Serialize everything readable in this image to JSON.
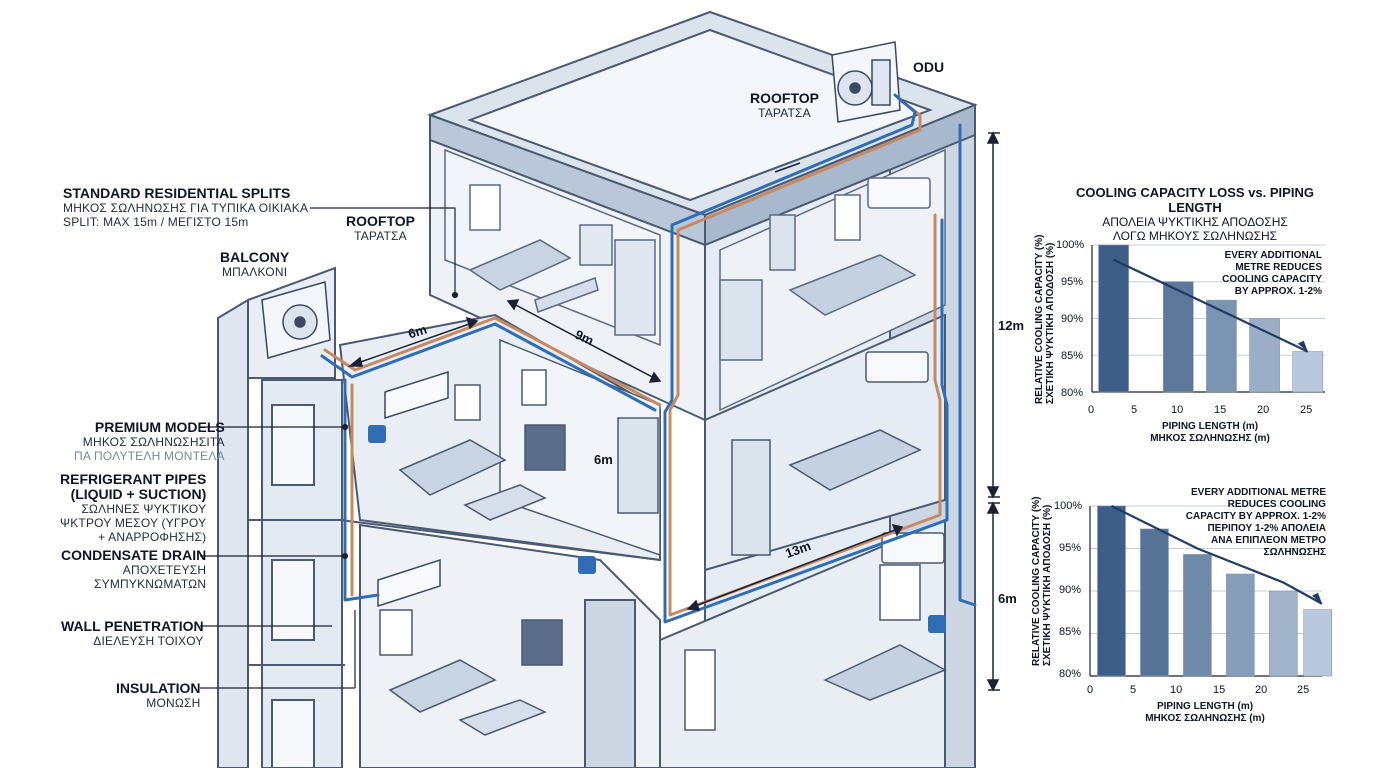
{
  "labels": {
    "standard_title": "STANDARD RESIDENTIAL SPLITS",
    "standard_line1": "ΜΗΚΟΣ ΣΩΛΗΝΩΣΗΣ ΓΙΑ ΤΥΠΙΚΑ ΟΙΚΙΑΚΑ",
    "standard_line2": "SPLIT: MAX 15m / ΜΕΓΙΣΤΟ 15m",
    "balcony_en": "BALCONY",
    "balcony_gr": "ΜΠΑΛΚΟΝΙ",
    "rooftop1_en": "ROOFTOP",
    "rooftop1_gr": "ΤΑΡΑΤΣΑ",
    "rooftop2_en": "ROOFTOP",
    "rooftop2_gr": "ΤΑΡΑΤΣΑ",
    "odu": "ODU",
    "premium_en": "PREMIUM MODELS",
    "premium_gr1": "ΜΗΚΟΣ ΣΩΛΗΝΩΣΗΣΙΤΑ",
    "premium_gr2": "ΠΑ ΠΟΛΥΤΕΛΗ ΜΟΝΤΕΛΑ",
    "pipes_en1": "REFRIGERANT PIPES",
    "pipes_en2": "(LIQUID + SUCTION)",
    "pipes_gr1": "ΣΩΛΗΝΕΣ ΨΥΚΤΙΚΟΥ",
    "pipes_gr2": "ΨΚΤΡΟΥ ΜΕΣΟΥ (ΥΓΡΟΥ",
    "pipes_gr3": "+ ΑΝΑΡΡΟΦΗΣΗΣ)",
    "drain_en": "CONDENSATE DRAIN",
    "drain_gr1": "ΑΠΟΧΕΤΕΥΣΗ",
    "drain_gr2": "ΣΥΜΠΥΚΝΩΜΑΤΩΝ",
    "wall_en": "WALL PENETRATION",
    "wall_gr": "ΔΙΕΛΕΥΣΗ ΤΟΙΧΟΥ",
    "insulation_en": "INSULATION",
    "insulation_gr": "ΜΟΝΩΣΗ"
  },
  "dimensions": {
    "d_6m_top": "6m",
    "d_9m": "9m",
    "d_6m_mid": "6m",
    "d_13m": "13m",
    "d_12m": "12m",
    "d_6m_right": "6m"
  },
  "colors": {
    "pipe_blue": "#2f6db5",
    "pipe_copper": "#c58a62",
    "wall": "#dfe6ef",
    "wall_dark": "#9fb0c6",
    "outline": "#4a5a72",
    "bar_dark": "#3d5f87",
    "bar_light": "#b9c8dc",
    "trend": "#1e3c64"
  },
  "chart_data": [
    {
      "type": "bar",
      "title": "COOLING CAPACITY LOSS vs. PIPING LENGTH",
      "subtitle_line1": "ΑΠΟΛΕΙΑ ΨΥΚΤΙΚΗΣ ΑΠΟΔΟΣΗΣ",
      "subtitle_line2": "ΛΟΓΩ ΜΗΚΟΥΣ ΣΩΛΗΝΩΣΗΣ",
      "xlabel": "PIPING LENGTH (m)",
      "xlabel_gr": "ΜΗΚΟΣ ΣΩΛΗΝΩΣΗΣ (m)",
      "ylabel": "RELATIVE COOLING CAPACITY (%)",
      "ylabel_gr": "ΣΧΕΤΙΚΗ ΨΥΚΤΙΚΗ ΑΠΟΔΟΣΗ (%)",
      "x_ticks": [
        "0",
        "5",
        "10",
        "15",
        "20",
        "25"
      ],
      "y_ticks": [
        "100%",
        "95%",
        "90%",
        "85%",
        "80%"
      ],
      "ylim": [
        80,
        100
      ],
      "xlim": [
        0,
        27
      ],
      "x": [
        2.5,
        10,
        15,
        20,
        25
      ],
      "values": [
        100,
        95,
        92.5,
        90,
        85.5
      ],
      "trend": {
        "x": [
          2.5,
          25
        ],
        "y": [
          98,
          85.5
        ]
      },
      "annotation_line1": "EVERY ADDITIONAL",
      "annotation_line2": "METRE REDUCES",
      "annotation_line3": "COOLING CAPACITY",
      "annotation_line4": "BY APPROX. 1-2%",
      "grid": true
    },
    {
      "type": "bar",
      "title": "",
      "xlabel": "PIPING LENGTH (m)",
      "xlabel_gr": "ΜΗΚΟΣ ΣΩΛΗΝΩΣΗΣ (m)",
      "ylabel": "RELATIVE COOLING CAPACITY (%)",
      "ylabel_gr": "ΣΧΕΤΙΚΗ ΨΥΚΤΙΚΗ ΑΠΟΔΟΣΗ (%)",
      "x_ticks": [
        "0",
        "5",
        "10",
        "15",
        "20",
        "25"
      ],
      "y_ticks": [
        "100%",
        "95%",
        "90%",
        "85%",
        "80%"
      ],
      "ylim": [
        80,
        100
      ],
      "xlim": [
        0,
        27
      ],
      "x": [
        2.5,
        7.5,
        12.5,
        17.5,
        22.5,
        26.5
      ],
      "values": [
        100,
        97.3,
        94.3,
        92,
        90,
        87.8
      ],
      "trend": {
        "x": [
          2.5,
          7.5,
          12.5,
          17.5,
          22.5,
          27
        ],
        "y": [
          100,
          97.5,
          95,
          93,
          91,
          88.5
        ]
      },
      "annotation_line1": "EVERY ADDITIONAL METRE",
      "annotation_line2": "REDUCES COOLING",
      "annotation_line3": "CAPACITY BY APPROX. 1-2%",
      "annotation_line4": "ΠΕΡΙΠΟΥ 1-2% ΑΠΟΛΕΙΑ",
      "annotation_line5": "ΑΝΑ ΕΠΙΠΛΕΟΝ ΜΕΤΡΟ",
      "annotation_line6": "ΣΩΛΗΝΩΣΗΣ",
      "grid": true
    }
  ]
}
